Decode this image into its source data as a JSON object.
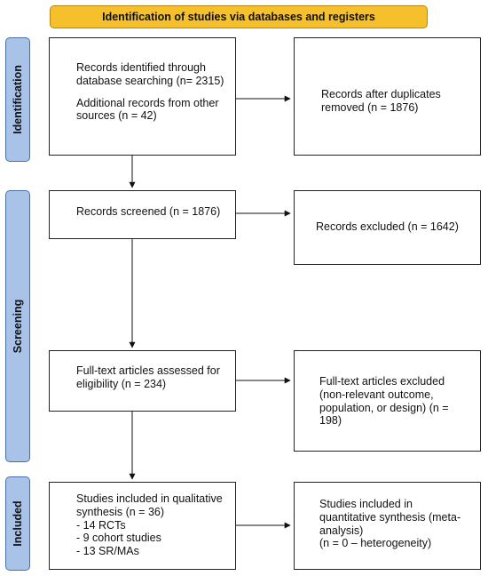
{
  "header": {
    "title": "Identification of studies via databases and registers"
  },
  "phases": {
    "identification": "Identification",
    "screening": "Screening",
    "included": "Included"
  },
  "boxes": {
    "records_identified": {
      "line1": "Records identified through database searching (n= 2315)",
      "line2": "Additional records from other sources (n = 42)"
    },
    "after_duplicates": "Records after duplicates removed (n = 1876)",
    "records_screened": "Records screened (n = 1876)",
    "records_excluded": "Records excluded (n = 1642)",
    "fulltext_assessed": "Full-text articles assessed for eligibility (n = 234)",
    "fulltext_excluded": "Full-text articles excluded (non-relevant outcome, population, or design) (n = 198)",
    "qualitative": {
      "title": "Studies included in qualitative synthesis (n = 36)",
      "items": [
        "- 14 RCTs",
        "- 9 cohort studies",
        "- 13 SR/MAs"
      ]
    },
    "quantitative": {
      "title": "Studies included in quantitative synthesis (meta-analysis)",
      "note": "(n = 0 – heterogeneity)"
    }
  },
  "colors": {
    "header_fill": "#f5c02c",
    "phase_fill": "#a9c3e8",
    "border": "#222222"
  }
}
